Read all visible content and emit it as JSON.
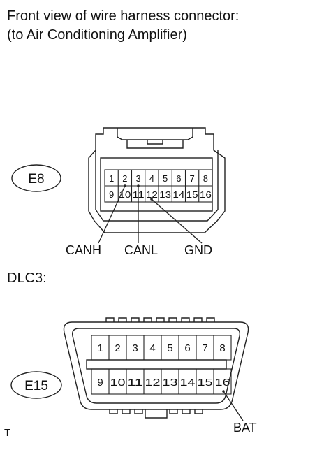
{
  "title": {
    "line1": "Front view of wire harness connector:",
    "line2": "(to Air Conditioning Amplifier)"
  },
  "e8": {
    "id": "E8",
    "pins_top": [
      "1",
      "2",
      "3",
      "4",
      "5",
      "6",
      "7",
      "8"
    ],
    "pins_bottom": [
      "9",
      "10",
      "11",
      "12",
      "13",
      "14",
      "15",
      "16"
    ],
    "labels": {
      "canh": "CANH",
      "canl": "CANL",
      "gnd": "GND"
    }
  },
  "dlc3": {
    "section_label": "DLC3:",
    "id": "E15",
    "pins_top": [
      "1",
      "2",
      "3",
      "4",
      "5",
      "6",
      "7",
      "8"
    ],
    "pins_bottom": [
      "9",
      "10",
      "11",
      "12",
      "13",
      "14",
      "15",
      "16"
    ],
    "labels": {
      "bat": "BAT"
    }
  },
  "corner_mark": "T"
}
